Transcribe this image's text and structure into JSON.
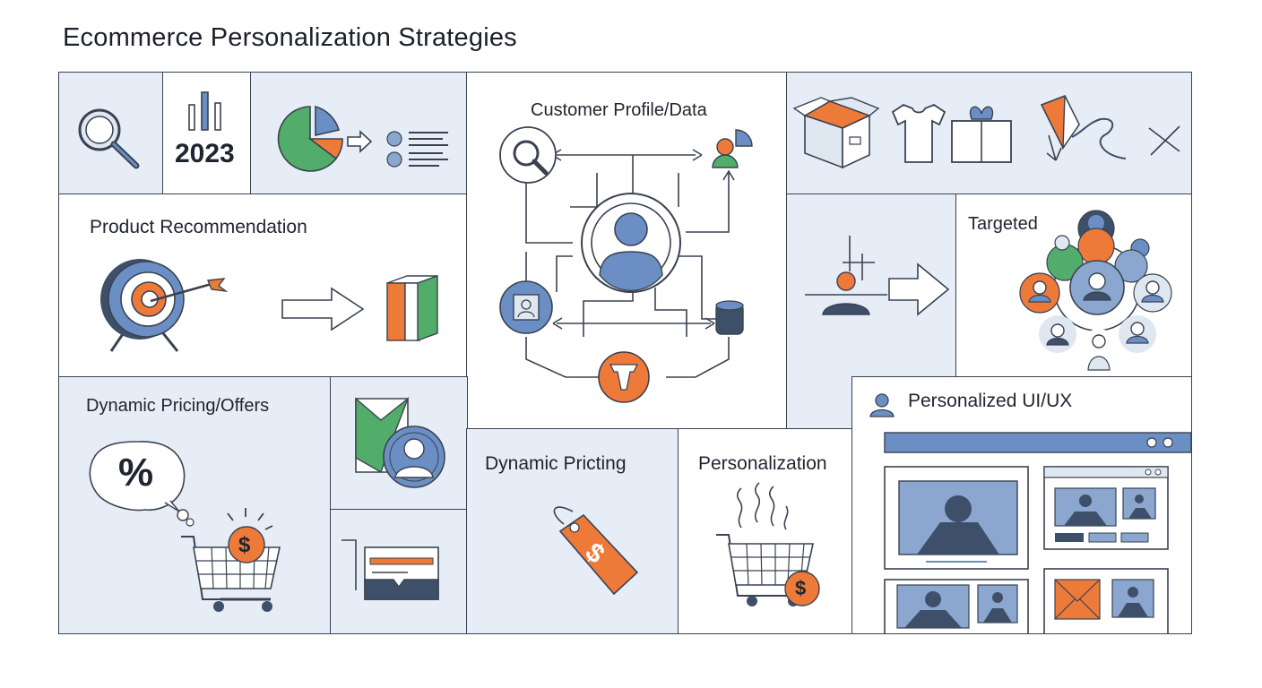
{
  "page": {
    "title": "Ecommerce Personalization Strategies"
  },
  "panels": {
    "year": {
      "text": "2023"
    },
    "product_recommendation": {
      "title": "Product Recommendation"
    },
    "customer_profile": {
      "title": "Customer Profile/Data"
    },
    "targeted": {
      "title": "Targeted"
    },
    "dynamic_pricing_offers": {
      "title": "Dynamic Pricing/Offers",
      "bubble_text": "%",
      "coin_text": "$"
    },
    "dynamic_pricing": {
      "title": "Dynamic Pricting",
      "tag_text": "$"
    },
    "personalization": {
      "title": "Personalization",
      "coin_text": "$"
    },
    "personalized_ui": {
      "title": "Personalized UI/UX"
    }
  },
  "colors": {
    "blue": "#6b8fc4",
    "orange": "#ee7a3a",
    "green": "#52ad6a",
    "navy": "#3e4f6a",
    "panel_bg": "#e6edf6"
  }
}
